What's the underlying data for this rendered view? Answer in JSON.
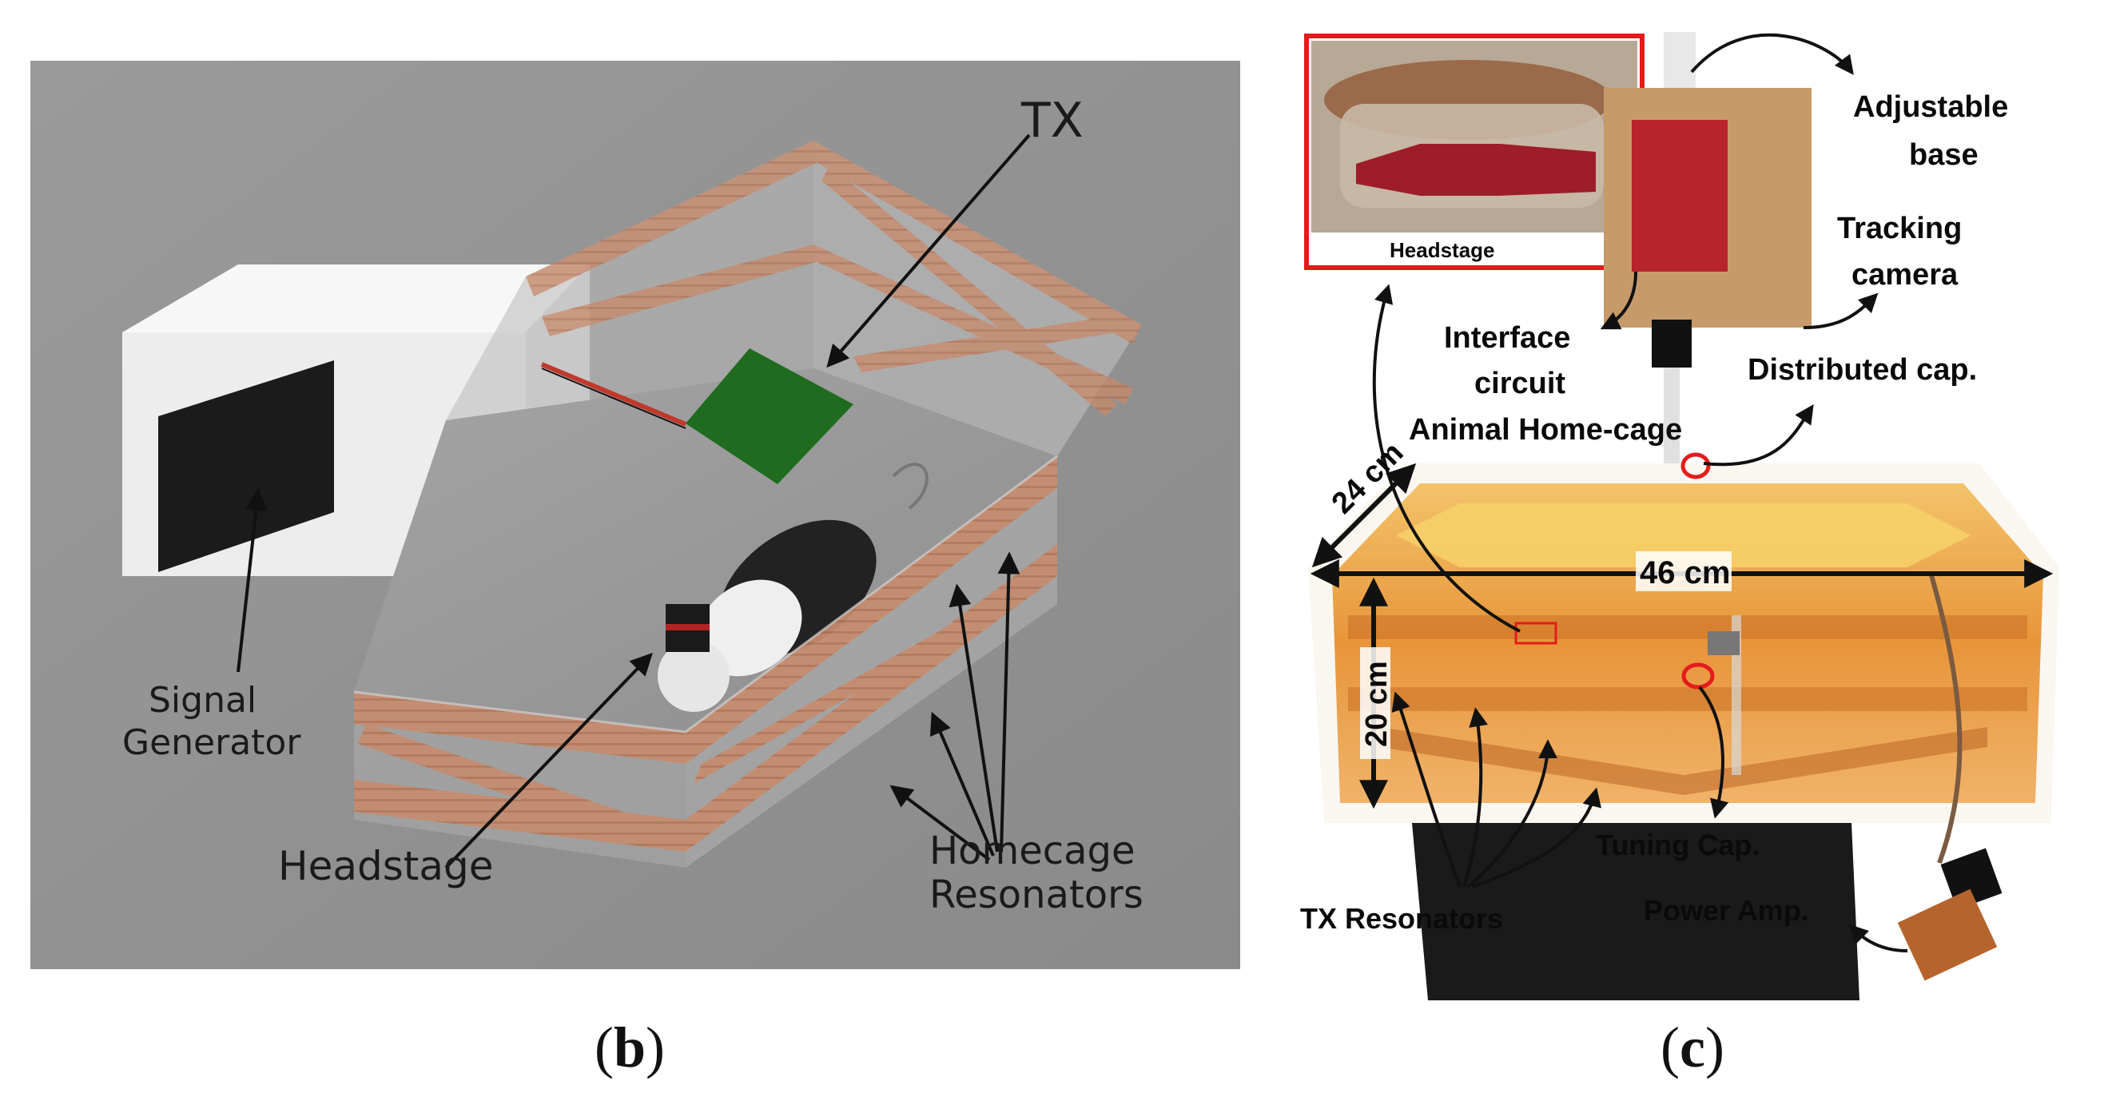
{
  "panel_b": {
    "labels": {
      "tx": "TX",
      "signal_generator": [
        "Signal",
        "Generator"
      ],
      "headstage": "Headstage",
      "homecage_resonators": [
        "Homecage",
        "Resonators"
      ]
    },
    "colors": {
      "background": "#8f8f8f",
      "copper": "#c98a6a",
      "tx_pad": "#1f6b1f",
      "generator": "#f2f2f2"
    }
  },
  "panel_c": {
    "labels": {
      "inset_headstage": "Headstage",
      "adjustable_base": [
        "Adjustable",
        "base"
      ],
      "tracking_camera": [
        "Tracking",
        "camera"
      ],
      "interface_circuit": [
        "Interface",
        "circuit"
      ],
      "distributed_cap": "Distributed cap.",
      "animal_homecage": "Animal Home-cage",
      "dim_24": "24 cm",
      "dim_46": "46 cm",
      "dim_20": "20 cm",
      "tuning_cap": "Tuning Cap.",
      "tx_resonators": "TX Resonators",
      "power_amp": "Power Amp."
    },
    "colors": {
      "inset_border": "#e51b1b",
      "cage_orange": "#e8953a",
      "base_black": "#1a1a1a",
      "marker_red": "#e51b1b"
    }
  },
  "captions": {
    "b": "b",
    "c": "c"
  }
}
